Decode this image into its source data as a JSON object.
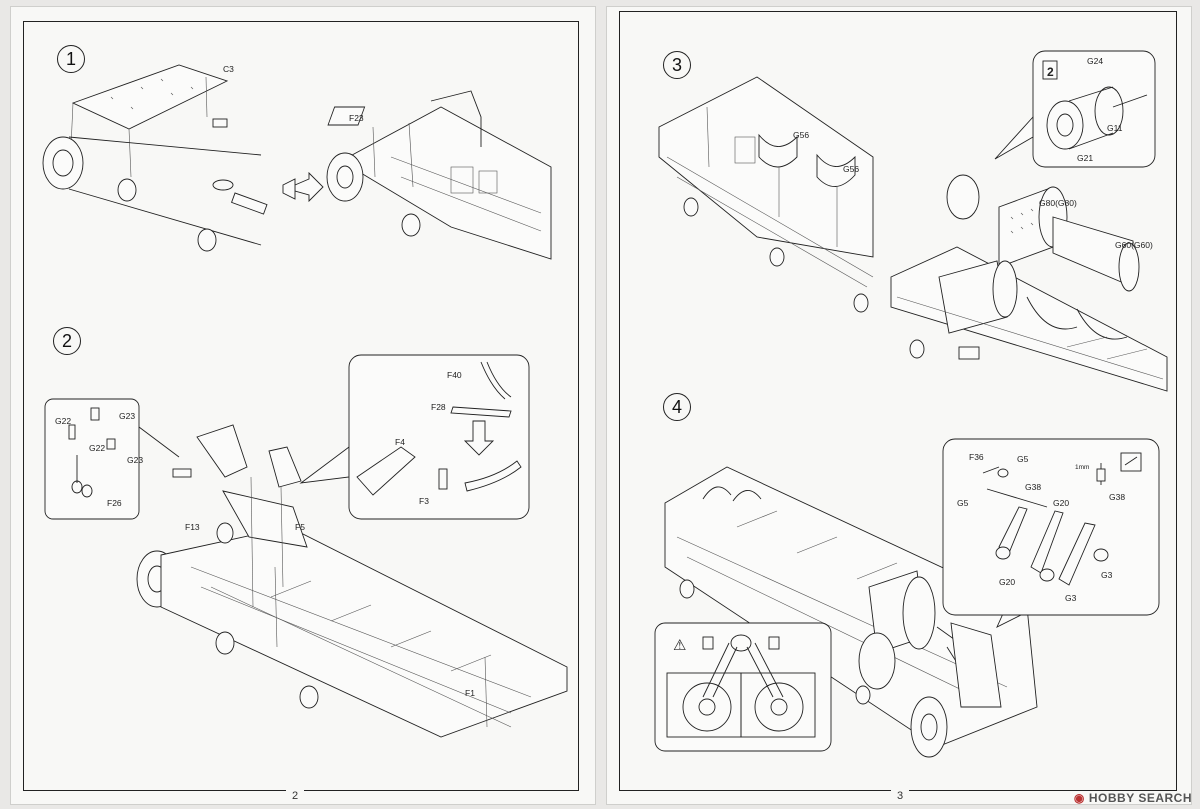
{
  "left_page": {
    "page_number": "2",
    "step1": {
      "number": "1",
      "parts": [
        "C3",
        "F23"
      ]
    },
    "step2": {
      "number": "2",
      "parts": [
        "G22",
        "G23",
        "G22",
        "G23",
        "F26",
        "F13",
        "F5",
        "F1",
        "F40",
        "F28",
        "F4",
        "F3"
      ]
    }
  },
  "right_page": {
    "page_number": "3",
    "step3": {
      "number": "3",
      "parts": [
        "G56",
        "G56",
        "G80(G80)",
        "G60(G60)"
      ],
      "callout": {
        "badge": "2",
        "parts": [
          "G24",
          "G11",
          "G21"
        ]
      }
    },
    "step4": {
      "number": "4",
      "parts": [
        "F36",
        "G5",
        "G5",
        "G38",
        "G20",
        "G20",
        "G3",
        "G3",
        "G38"
      ],
      "dimension": "1mm",
      "warning_symbol": "⚠"
    }
  },
  "watermark": {
    "icon": "hobby-search-logo-icon",
    "text": "HOBBY SEARCH"
  }
}
